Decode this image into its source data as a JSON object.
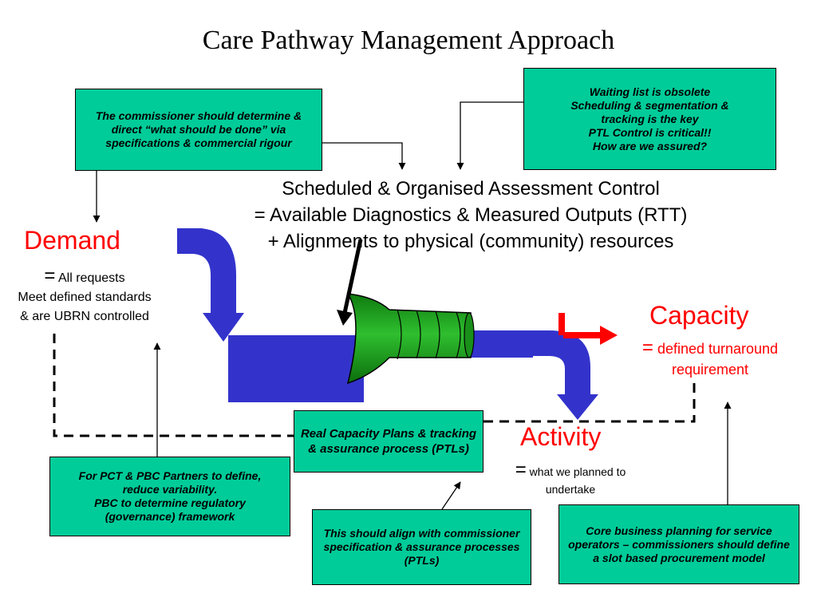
{
  "title": "Care Pathway Management Approach",
  "top_left_box": {
    "text": "The commissioner should determine & direct “what should be done” via specifications & commercial rigour"
  },
  "top_right_box": {
    "lines": [
      "Waiting list is obsolete",
      "Scheduling & segmentation &",
      "tracking is the key",
      "PTL Control is critical!!",
      "How are we assured?"
    ]
  },
  "centre_text": {
    "lines": [
      "Scheduled & Organised Assessment Control",
      "= Available Diagnostics & Measured Outputs (RTT)",
      "+ Alignments to physical (community) resources"
    ]
  },
  "demand": {
    "label": "Demand",
    "equals": "=",
    "line1": "All requests",
    "line2": "Meet defined standards",
    "line3": "& are UBRN controlled"
  },
  "capacity": {
    "label": "Capacity",
    "equals": "=",
    "line1": "defined turnaround",
    "line2": "requirement"
  },
  "activity": {
    "label": "Activity",
    "equals": "=",
    "line1": "what we planned to",
    "line2": "undertake"
  },
  "real_capacity_box": {
    "text": "Real Capacity Plans & tracking & assurance process (PTLs)"
  },
  "bottom_left_box": {
    "lines": [
      "For PCT & PBC Partners to define,",
      "reduce variability.",
      "PBC to determine regulatory",
      "(governance) framework"
    ]
  },
  "bottom_middle_box": {
    "text": "This should align with commissioner specification & assurance processes (PTLs)"
  },
  "bottom_right_box": {
    "text": "Core business planning for service operators – commissioners should define a slot based procurement model"
  },
  "colors": {
    "box_fill": "#00cc99",
    "pipe_blue": "#3333cc",
    "funnel_green": "#1fa31f",
    "accent_red": "#ff0000"
  }
}
